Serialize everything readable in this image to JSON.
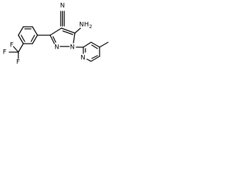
{
  "atom_labels": {
    "nitrile_n": "N",
    "amine_n": "N",
    "amine_h": "H",
    "amine_h_count": "2",
    "pyrazole_n2": "N",
    "pyrazole_n1": "N",
    "pyridine_n": "N",
    "cf3_f_top": "F",
    "cf3_f_left": "F",
    "cf3_f_bottom": "F"
  },
  "colors": {
    "bond": "#000000",
    "text": "#000000",
    "background": "#ffffff"
  }
}
